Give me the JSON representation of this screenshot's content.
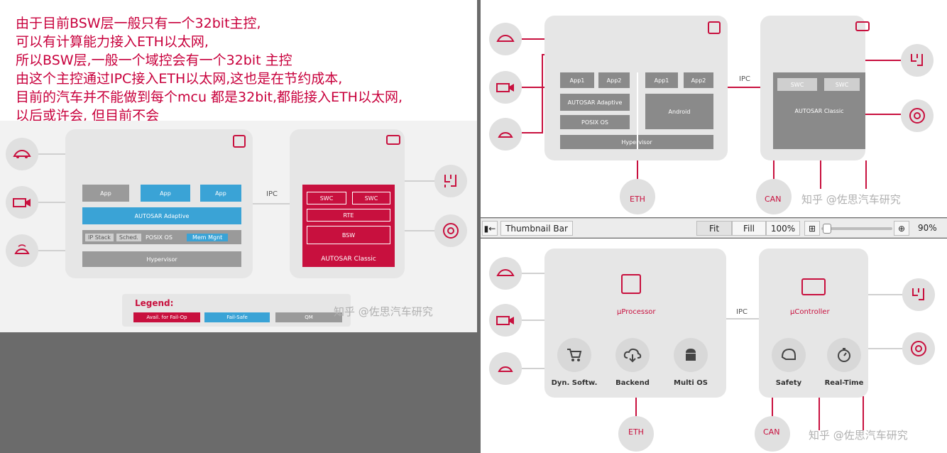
{
  "note": {
    "lines": [
      "由于目前BSW层一般只有一个32bit主控,",
      "可以有计算能力接入ETH以太网,",
      "所以BSW层,一般一个域控会有一个32bit 主控",
      "由这个主控通过IPC接入ETH以太网,这也是在节约成本,",
      "目前的汽车并不能做到每个mcu 都是32bit,都能接入ETH以太网,",
      "以后或许会, 但目前不会"
    ]
  },
  "left_diagram": {
    "apps": [
      "App",
      "App",
      "App"
    ],
    "autosar_adaptive": "AUTOSAR Adaptive",
    "ip_stack": "IP Stack",
    "sched": "Sched.",
    "posix_os": "POSIX OS",
    "mem_mgnt": "Mem Mgnt",
    "hypervisor": "Hypervisor",
    "ipc": "IPC",
    "swc": [
      "SWC",
      "SWC"
    ],
    "rte": "RTE",
    "bsw": "BSW",
    "autosar_classic": "AUTOSAR Classic",
    "legend_title": "Legend:",
    "legend_items": [
      "Avail. for Fail-Op",
      "Fail-Safe",
      "QM"
    ],
    "watermark": "知乎 @佐思汽车研究"
  },
  "top_right_diagram": {
    "apps": [
      "App1",
      "App2",
      "App1",
      "App2"
    ],
    "autosar_adaptive": "AUTOSAR Adaptive",
    "posix_os": "POSIX OS",
    "android": "Android",
    "hypervisor": "Hypervisor",
    "ipc": "IPC",
    "swc": [
      "SWC",
      "SWC"
    ],
    "autosar_classic": "AUTOSAR Classic",
    "eth": "ETH",
    "can": "CAN",
    "watermark": "知乎 @佐思汽车研究"
  },
  "toolbar": {
    "panel_label": "Thumbnail Bar",
    "fit": "Fit",
    "fill": "Fill",
    "zoom_100": "100%",
    "zoom_value": "90%",
    "slider_level": 0.02
  },
  "bottom_right_diagram": {
    "processor": "µProcessor",
    "controller": "µController",
    "ipc": "IPC",
    "features_left": [
      "Dyn. Softw.",
      "Backend",
      "Multi OS"
    ],
    "features_right": [
      "Safety",
      "Real-Time"
    ],
    "eth": "ETH",
    "can": "CAN",
    "watermark": "知乎 @佐思汽车研究"
  },
  "colors": {
    "accent_red": "#c8103e",
    "blue": "#3aa3d6",
    "gray": "#9a9a9a"
  }
}
